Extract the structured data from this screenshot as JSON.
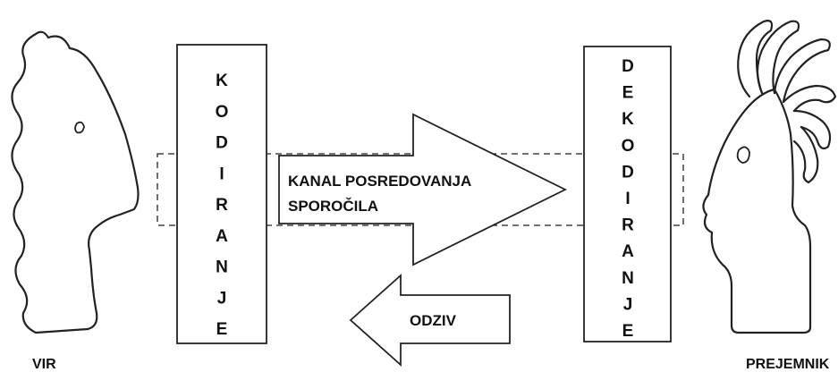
{
  "source_label": "VIR",
  "receiver_label": "PREJEMNIK",
  "encoding_letters": [
    "K",
    "O",
    "D",
    "I",
    "R",
    "A",
    "N",
    "J",
    "E"
  ],
  "decoding_letters": [
    "D",
    "E",
    "K",
    "O",
    "D",
    "I",
    "R",
    "A",
    "N",
    "J",
    "E"
  ],
  "channel_label_line1": "KANAL POSREDOVANJA",
  "channel_label_line2": "SPOROČILA",
  "feedback_label": "ODZIV"
}
